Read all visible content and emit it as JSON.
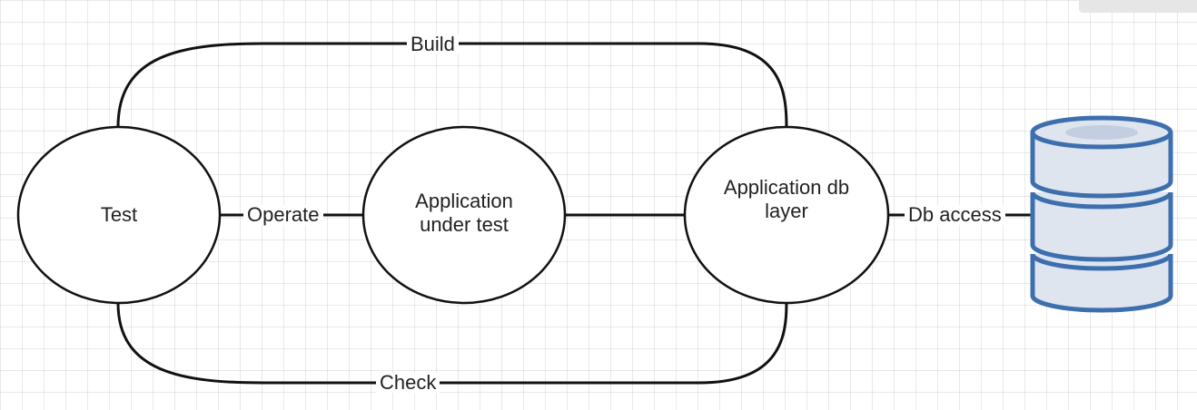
{
  "diagram": {
    "nodes": {
      "test": {
        "label": "Test"
      },
      "app_under_test": {
        "label_line1": "Application",
        "label_line2": "under test"
      },
      "app_db_layer": {
        "label_line1": "Application db",
        "label_line2": "layer"
      },
      "database": {
        "icon": "database-icon"
      }
    },
    "edges": {
      "build": "Build",
      "check": "Check",
      "operate": "Operate",
      "db_access": "Db access"
    }
  },
  "colors": {
    "db_stroke": "#3d6fae",
    "db_fill": "#dfe5ee",
    "db_top_ellipse": "#c8d3e2",
    "stroke": "#111111"
  }
}
